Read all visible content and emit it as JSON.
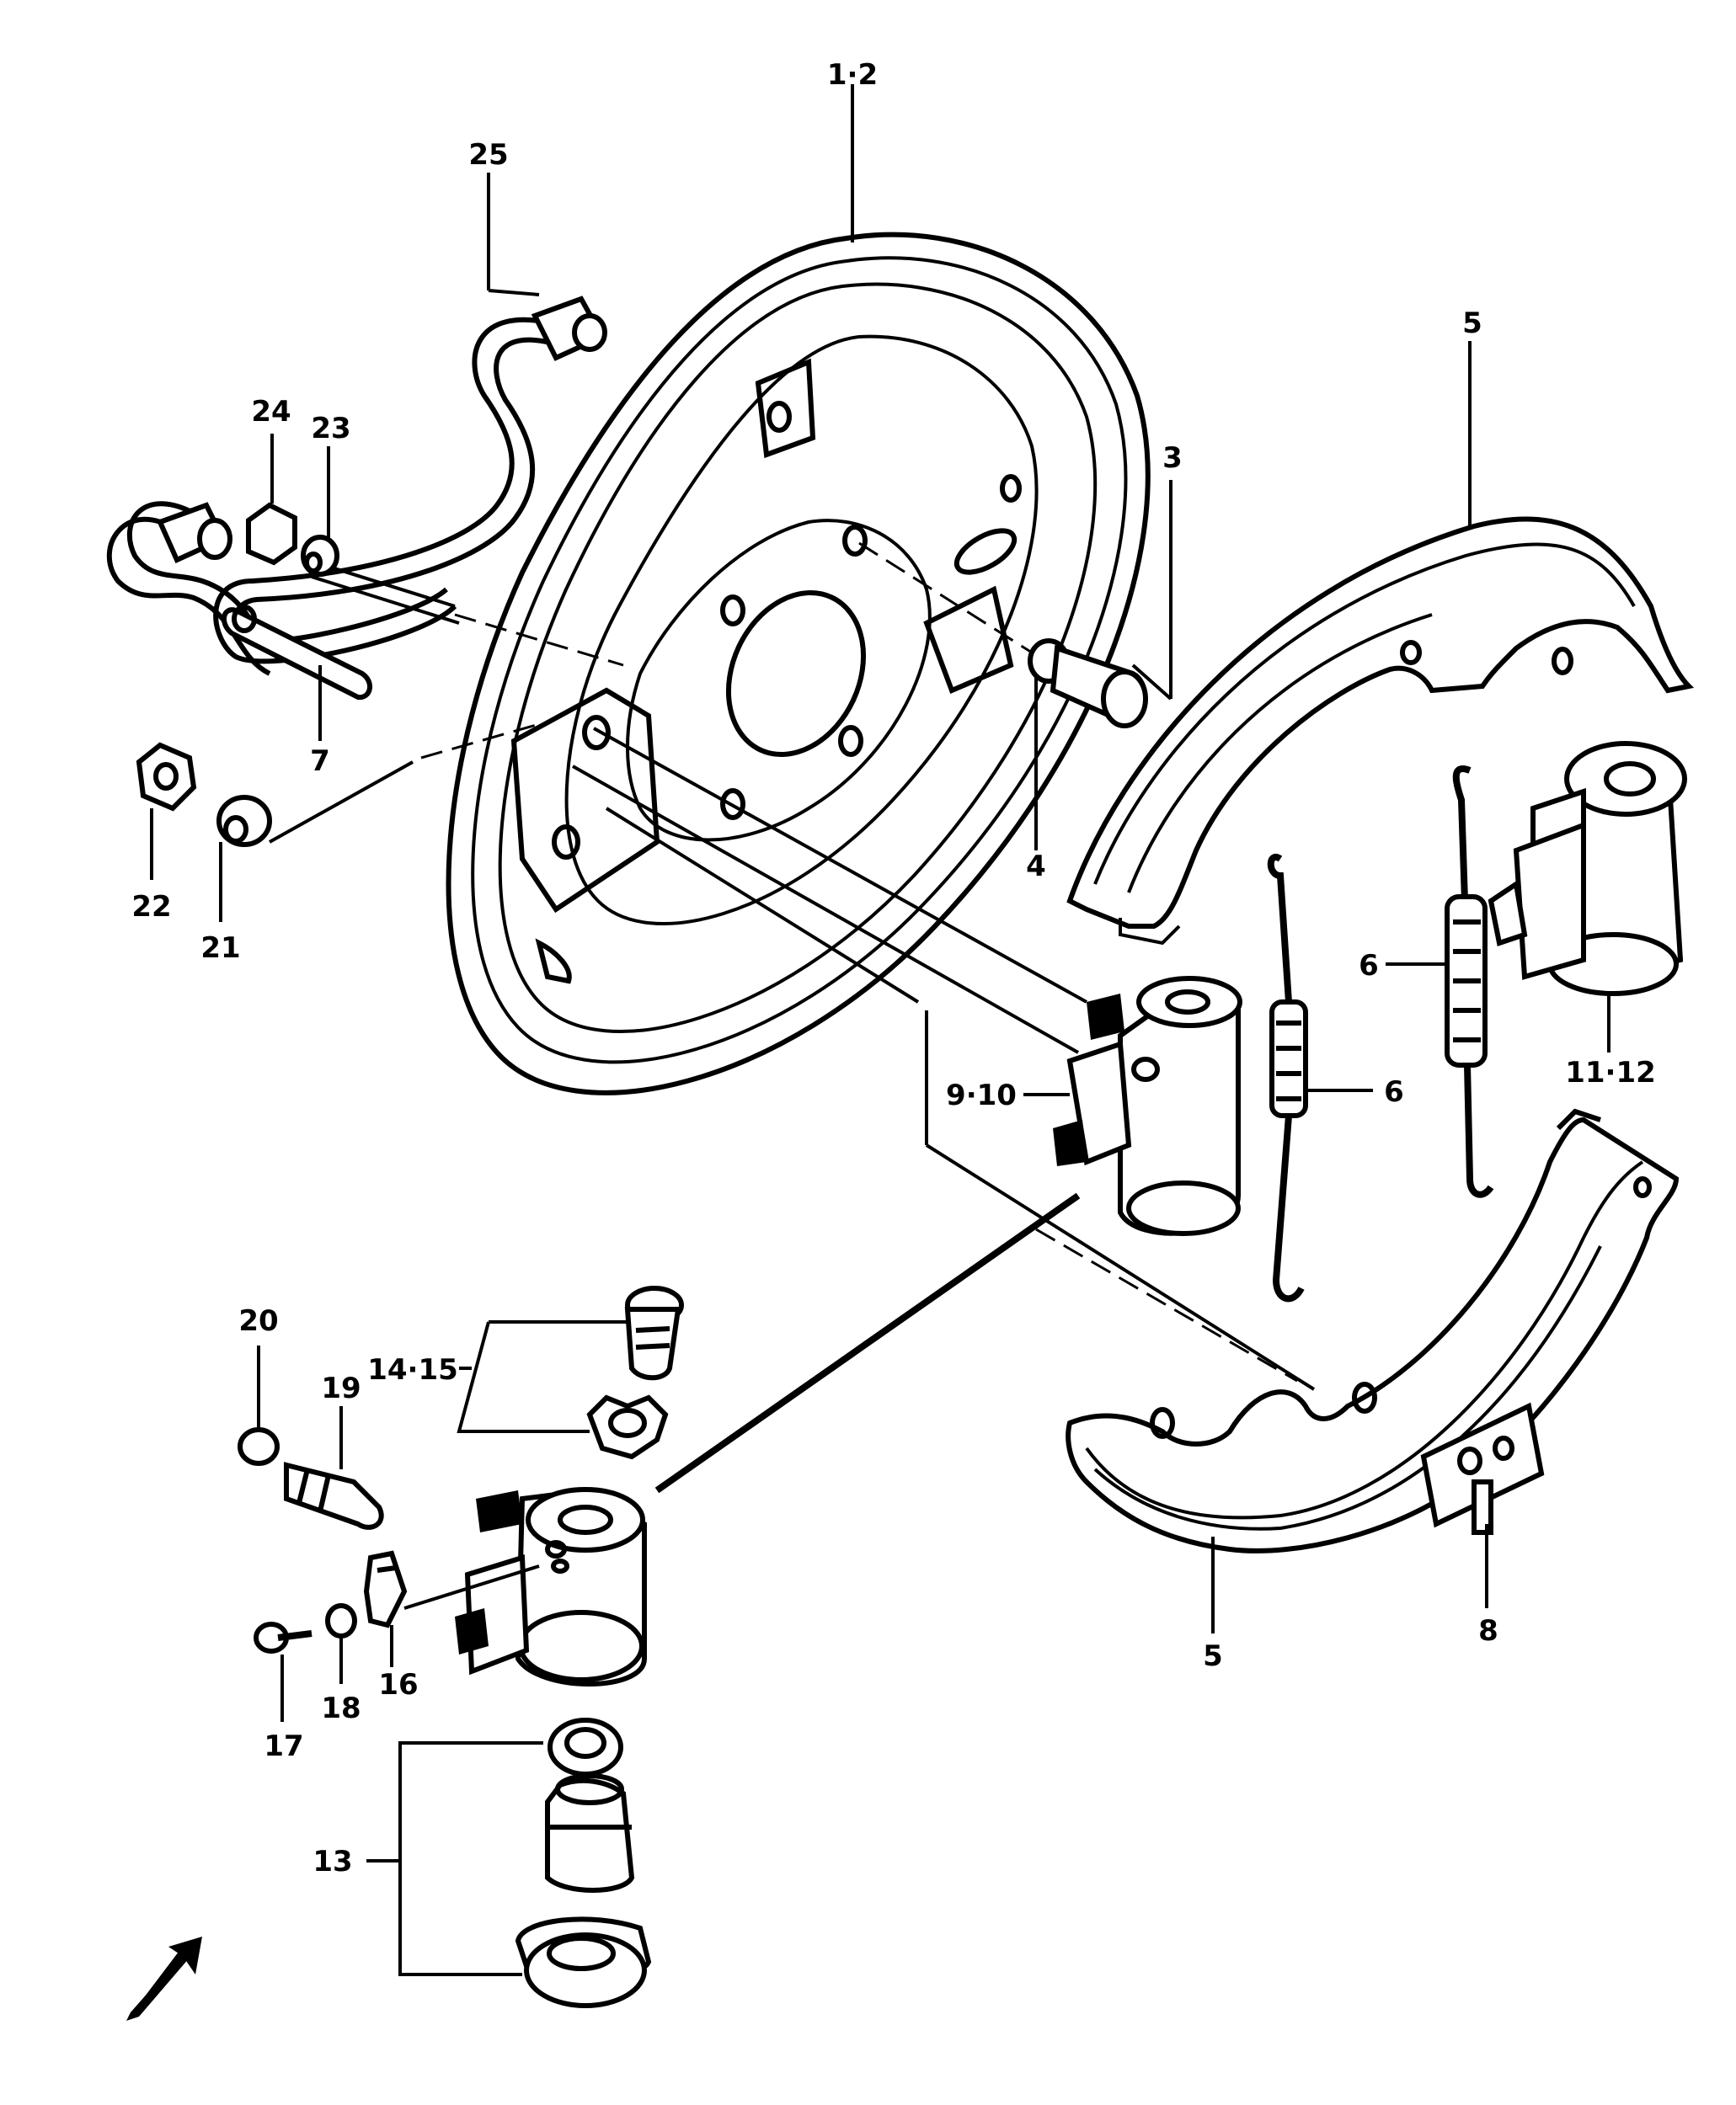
{
  "labels": {
    "l_1_2": "1·2",
    "l_3": "3",
    "l_4": "4",
    "l_5_top": "5",
    "l_5_bottom": "5",
    "l_6_left": "6",
    "l_6_right": "6",
    "l_7": "7",
    "l_8": "8",
    "l_9_10": "9·10",
    "l_11_12": "11·12",
    "l_13": "13",
    "l_14_15": "14·15",
    "l_16": "16",
    "l_17": "17",
    "l_18": "18",
    "l_19": "19",
    "l_20": "20",
    "l_21": "21",
    "l_22": "22",
    "l_23": "23",
    "l_24": "24",
    "l_25": "25"
  },
  "icons": {
    "orientation_arrow": "front-arrow-icon"
  }
}
